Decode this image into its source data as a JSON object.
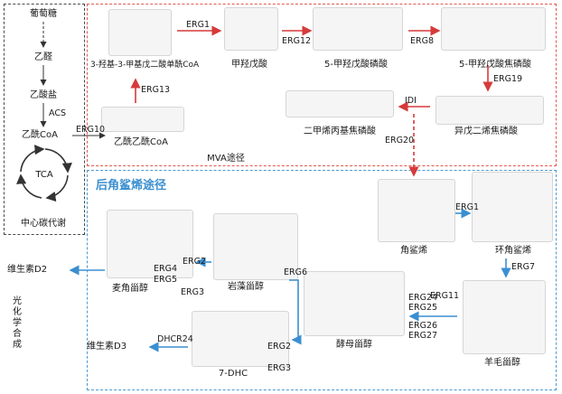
{
  "central_metabolism": {
    "title": "中心碳代谢",
    "glucose": "葡萄糖",
    "acetaldehyde": "乙醛",
    "acetate": "乙酸盐",
    "acetyl_coa": "乙酰CoA",
    "tca": "TCA",
    "acs_enzyme": "ACS"
  },
  "mva_pathway": {
    "title": "MVA途径",
    "compounds": {
      "hmg_coa": "3-羟基-3-甲基戊二酸单酰CoA",
      "mevalonate": "甲羟戊酸",
      "mevalonate_5p": "5-甲羟戊酸磷酸",
      "mevalonate_5pp": "5-甲羟戊酸焦磷酸",
      "ipp": "异戊二烯焦磷酸",
      "dmapp": "二甲烯丙基焦磷酸",
      "acetoacetyl_coa": "乙酰乙酰CoA"
    },
    "enzymes": {
      "erg10": "ERG10",
      "erg13": "ERG13",
      "erg1": "ERG1",
      "erg12": "ERG12",
      "erg8": "ERG8",
      "erg19": "ERG19",
      "idi": "IDI",
      "erg20": "ERG20"
    }
  },
  "post_squalene": {
    "title": "后角鲨烯途径",
    "compounds": {
      "squalene": "角鲨烯",
      "oxidosqualene": "环角鲨烯",
      "lanosterol": "羊毛甾醇",
      "zymosterol": "酵母甾醇",
      "fecosterol": "岩藻甾醇",
      "ergosterol": "麦角甾醇",
      "vitamin_d2": "维生素D2",
      "seven_dhc": "7-DHC",
      "vitamin_d3": "维生素D3"
    },
    "enzymes": {
      "erg1": "ERG1",
      "erg7": "ERG7",
      "erg11": "ERG11",
      "erg24": "ERG24",
      "erg25": "ERG25",
      "erg26": "ERG26",
      "erg27": "ERG27",
      "erg6": "ERG6",
      "erg2_top": "ERG2",
      "erg4": "ERG4",
      "erg5": "ERG5",
      "erg3_top": "ERG3",
      "erg2_bottom": "ERG2",
      "erg3_bottom": "ERG3",
      "dhcr24": "DHCR24"
    },
    "photochemical_label": "光化学合成"
  },
  "colors": {
    "central_border": "#4a4a4a",
    "mva_border": "#e05a4f",
    "post_border": "#4a9ad4",
    "mva_arrow": "#d63a3a",
    "post_arrow": "#3b8fd0",
    "central_arrow": "#333333",
    "placeholder": "#f5f5f5"
  }
}
